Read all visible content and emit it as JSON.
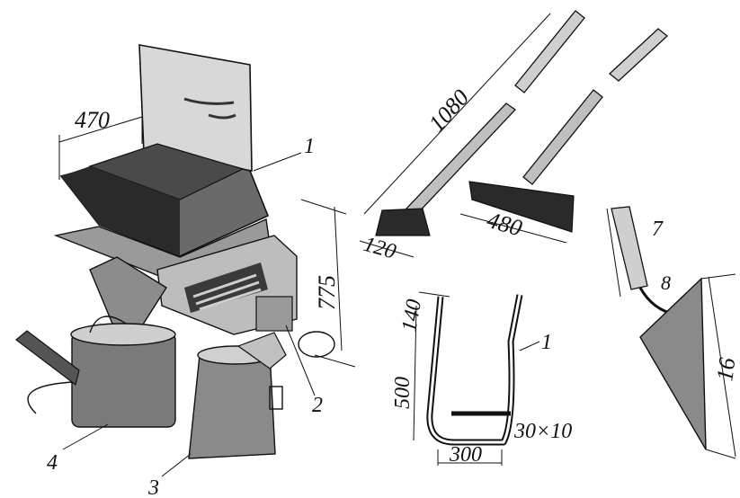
{
  "labels": {
    "box": {
      "width": "470",
      "height": "775",
      "callout_1": "1",
      "callout_2": "2",
      "callout_3": "3",
      "callout_4": "4"
    },
    "scrapers": {
      "handle_length": "1080",
      "blade_small": "120",
      "blade_large": "480"
    },
    "frame": {
      "height": "500",
      "top_width": "140",
      "bottom_width": "300",
      "section": "30×10",
      "callout_1": "1"
    },
    "trowel": {
      "callout_7": "7",
      "callout_8": "8",
      "length": "16"
    }
  }
}
